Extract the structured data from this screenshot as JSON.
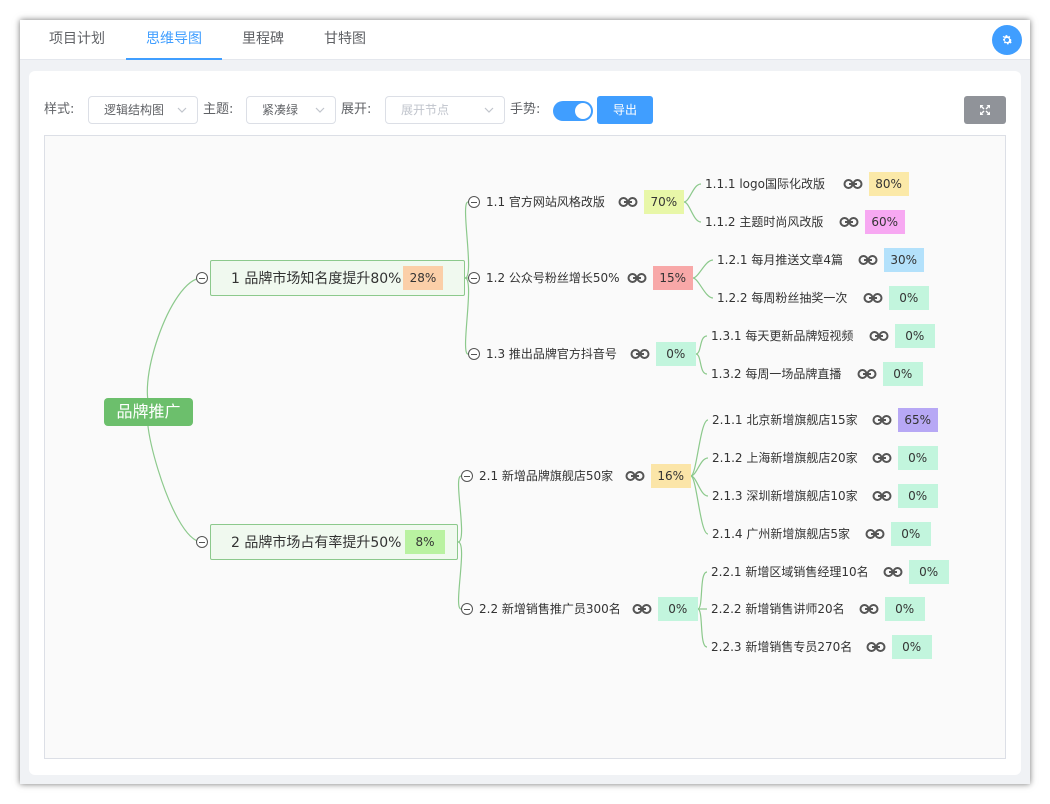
{
  "tabs": [
    {
      "label": "项目计划",
      "active": false
    },
    {
      "label": "思维导图",
      "active": true
    },
    {
      "label": "里程碑",
      "active": false
    },
    {
      "label": "甘特图",
      "active": false
    }
  ],
  "toolbar": {
    "style_label": "样式:",
    "style_value": "逻辑结构图",
    "theme_label": "主题:",
    "theme_value": "紧凑绿",
    "expand_label": "展开:",
    "expand_placeholder": "展开节点",
    "gesture_label": "手势:",
    "gesture_on": true,
    "export_label": "导出"
  },
  "colors": {
    "accent": "#409eff",
    "root": "#6cbf6c",
    "line": "#8cc98c"
  },
  "mindmap": {
    "root": "品牌推广",
    "branches": [
      {
        "label": "1 品牌市场知名度提升80%",
        "progress": "28%",
        "children": [
          {
            "label": "1.1 官方网站风格改版",
            "progress": "70%",
            "children": [
              {
                "label": "1.1.1 logo国际化改版",
                "progress": "80%"
              },
              {
                "label": "1.1.2 主题时尚风改版",
                "progress": "60%"
              }
            ]
          },
          {
            "label": "1.2 公众号粉丝增长50%",
            "progress": "15%",
            "children": [
              {
                "label": "1.2.1 每月推送文章4篇",
                "progress": "30%"
              },
              {
                "label": "1.2.2 每周粉丝抽奖一次",
                "progress": "0%"
              }
            ]
          },
          {
            "label": "1.3 推出品牌官方抖音号",
            "progress": "0%",
            "children": [
              {
                "label": "1.3.1 每天更新品牌短视频",
                "progress": "0%"
              },
              {
                "label": "1.3.2 每周一场品牌直播",
                "progress": "0%"
              }
            ]
          }
        ]
      },
      {
        "label": "2 品牌市场占有率提升50%",
        "progress": "8%",
        "children": [
          {
            "label": "2.1 新增品牌旗舰店50家",
            "progress": "16%",
            "children": [
              {
                "label": "2.1.1 北京新增旗舰店15家",
                "progress": "65%"
              },
              {
                "label": "2.1.2 上海新增旗舰店20家",
                "progress": "0%"
              },
              {
                "label": "2.1.3 深圳新增旗舰店10家",
                "progress": "0%"
              },
              {
                "label": "2.1.4 广州新增旗舰店5家",
                "progress": "0%"
              }
            ]
          },
          {
            "label": "2.2 新增销售推广员300名",
            "progress": "0%",
            "children": [
              {
                "label": "2.2.1 新增区域销售经理10名",
                "progress": "0%"
              },
              {
                "label": "2.2.2 新增销售讲师20名",
                "progress": "0%"
              },
              {
                "label": "2.2.3 新增销售专员270名",
                "progress": "0%"
              }
            ]
          }
        ]
      }
    ]
  }
}
